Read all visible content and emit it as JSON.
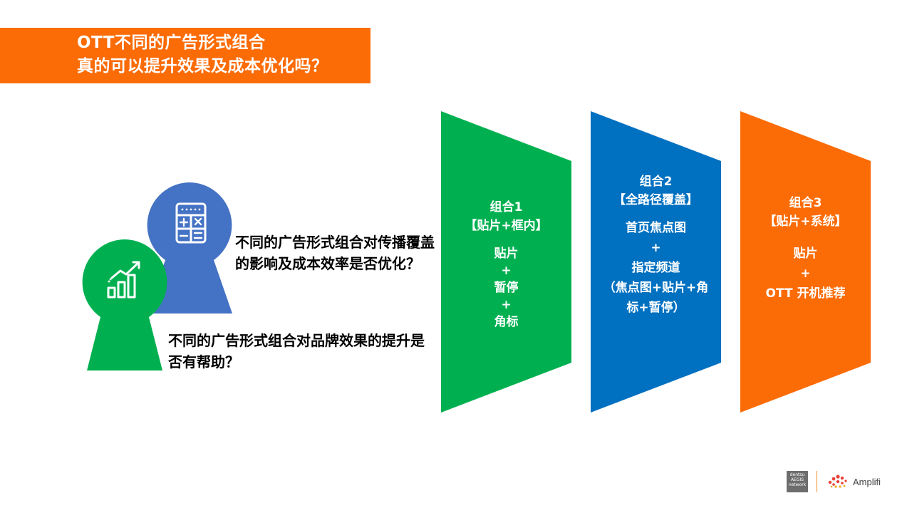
{
  "title": {
    "line1": "OTT不同的广告形式组合",
    "line2": "真的可以提升效果及成本优化吗？",
    "banner_color": "#fb6b06"
  },
  "icons": {
    "blue_keyhole": "calculator-icon",
    "green_keyhole": "growth-chart-icon"
  },
  "questions": {
    "q1": "不同的广告形式组合对传播覆盖的影响及成本效率是否优化？",
    "q2": "不同的广告形式组合对品牌效果的提升是否有帮助？"
  },
  "panels": [
    {
      "name": "组合1",
      "subtitle": "【贴片+框内】",
      "items": [
        "贴片",
        "+",
        "暂停",
        "+",
        "角标"
      ],
      "color": "#00b050"
    },
    {
      "name": "组合2",
      "subtitle": "【全路径覆盖】",
      "items": [
        "首页焦点图",
        "+",
        "指定频道",
        "（焦点图+贴片+角",
        "标+暂停）"
      ],
      "color": "#0070c0"
    },
    {
      "name": "组合3",
      "subtitle": "【贴片+系统】",
      "items": [
        "贴片",
        "+",
        "OTT 开机推荐"
      ],
      "color": "#fb6b06"
    }
  ],
  "footer": {
    "dentsu_line1": "dentsu",
    "dentsu_line2": "AEGIS",
    "dentsu_line3": "network",
    "amplifi": "Amplifi"
  }
}
